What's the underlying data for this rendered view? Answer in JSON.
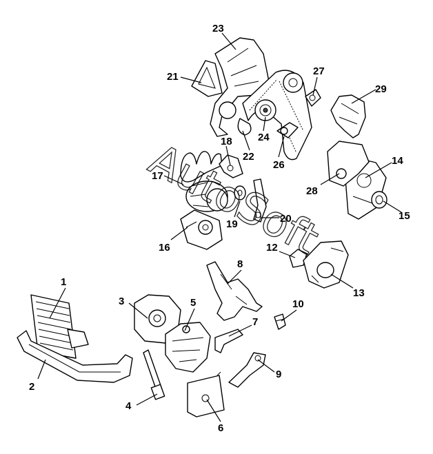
{
  "watermark": "AutoSoft",
  "callouts": [
    {
      "id": "1",
      "label": "1"
    },
    {
      "id": "2",
      "label": "2"
    },
    {
      "id": "3",
      "label": "3"
    },
    {
      "id": "4",
      "label": "4"
    },
    {
      "id": "5",
      "label": "5"
    },
    {
      "id": "6",
      "label": "6"
    },
    {
      "id": "7",
      "label": "7"
    },
    {
      "id": "8",
      "label": "8"
    },
    {
      "id": "9",
      "label": "9"
    },
    {
      "id": "10",
      "label": "10"
    },
    {
      "id": "12",
      "label": "12"
    },
    {
      "id": "13",
      "label": "13"
    },
    {
      "id": "14",
      "label": "14"
    },
    {
      "id": "15",
      "label": "15"
    },
    {
      "id": "16",
      "label": "16"
    },
    {
      "id": "17",
      "label": "17"
    },
    {
      "id": "18",
      "label": "18"
    },
    {
      "id": "19",
      "label": "19"
    },
    {
      "id": "20",
      "label": "20"
    },
    {
      "id": "21",
      "label": "21"
    },
    {
      "id": "22",
      "label": "22"
    },
    {
      "id": "23",
      "label": "23"
    },
    {
      "id": "24",
      "label": "24"
    },
    {
      "id": "26",
      "label": "26"
    },
    {
      "id": "27",
      "label": "27"
    },
    {
      "id": "28",
      "label": "28"
    },
    {
      "id": "29",
      "label": "29"
    }
  ]
}
